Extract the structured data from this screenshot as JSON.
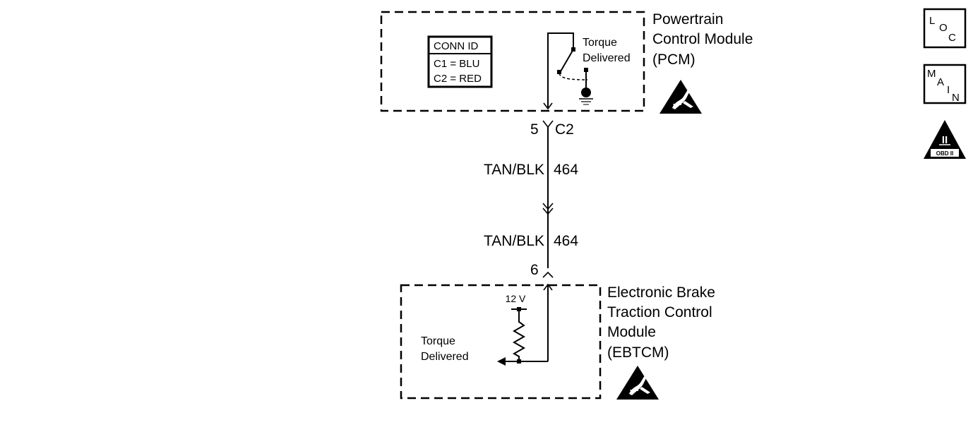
{
  "pcm": {
    "name_lines": [
      "Powertrain",
      "Control Module",
      "(PCM)"
    ],
    "signal_label_lines": [
      "Torque",
      "Delivered"
    ]
  },
  "conn_id": {
    "title": "CONN ID",
    "rows": [
      "C1 = BLU",
      "C2 = RED"
    ]
  },
  "connector_pcm": {
    "pin": "5",
    "connector": "C2"
  },
  "wire_segments": [
    {
      "color": "TAN/BLK",
      "circuit": "464"
    },
    {
      "color": "TAN/BLK",
      "circuit": "464"
    }
  ],
  "connector_ebtcm": {
    "pin": "6"
  },
  "ebtcm": {
    "name_lines": [
      "Electronic Brake",
      "Traction Control",
      "Module",
      "(EBTCM)"
    ],
    "signal_label_lines": [
      "Torque",
      "Delivered"
    ],
    "supply_voltage": "12 V"
  },
  "badges": {
    "loc": [
      "L",
      "O",
      "C"
    ],
    "main": [
      "M",
      "A",
      "I",
      "N"
    ],
    "obd": {
      "symbol": "II",
      "label": "OBD II"
    }
  },
  "icons": {
    "esd": "esd-warning-icon",
    "ground": "ground-icon",
    "resistor": "resistor-icon",
    "switch": "switch-icon"
  },
  "colors": {
    "line": "#000000",
    "background": "#ffffff"
  }
}
